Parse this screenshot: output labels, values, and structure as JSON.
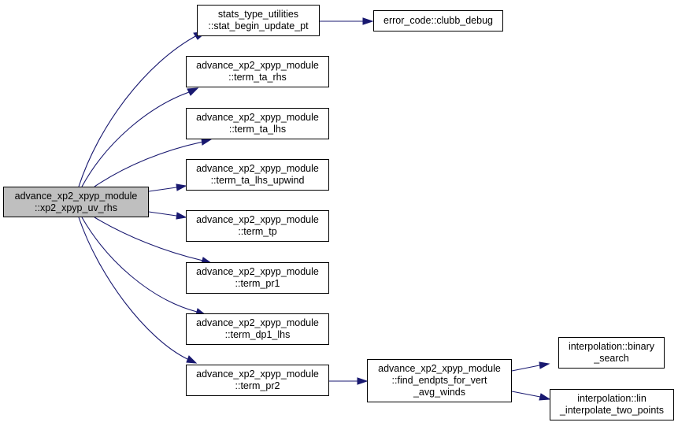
{
  "colors": {
    "edge": "#191970",
    "root_fill": "#bfbfbf",
    "node_fill": "#ffffff",
    "border": "#000000"
  },
  "nodes": {
    "root": [
      "advance_xp2_xpyp_module",
      "::xp2_xpyp_uv_rhs"
    ],
    "stat_begin_update_pt": [
      "stats_type_utilities",
      "::stat_begin_update_pt"
    ],
    "clubb_debug": [
      "error_code::clubb_debug"
    ],
    "term_ta_rhs": [
      "advance_xp2_xpyp_module",
      "::term_ta_rhs"
    ],
    "term_ta_lhs": [
      "advance_xp2_xpyp_module",
      "::term_ta_lhs"
    ],
    "term_ta_lhs_upwind": [
      "advance_xp2_xpyp_module",
      "::term_ta_lhs_upwind"
    ],
    "term_tp": [
      "advance_xp2_xpyp_module",
      "::term_tp"
    ],
    "term_pr1": [
      "advance_xp2_xpyp_module",
      "::term_pr1"
    ],
    "term_dp1_lhs": [
      "advance_xp2_xpyp_module",
      "::term_dp1_lhs"
    ],
    "term_pr2": [
      "advance_xp2_xpyp_module",
      "::term_pr2"
    ],
    "find_endpts": [
      "advance_xp2_xpyp_module",
      "::find_endpts_for_vert",
      "_avg_winds"
    ],
    "binary_search": [
      "interpolation::binary",
      "_search"
    ],
    "lin_interpolate": [
      "interpolation::lin",
      "_interpolate_two_points"
    ]
  },
  "edges": [
    [
      "root",
      "stat_begin_update_pt"
    ],
    [
      "root",
      "term_ta_rhs"
    ],
    [
      "root",
      "term_ta_lhs"
    ],
    [
      "root",
      "term_ta_lhs_upwind"
    ],
    [
      "root",
      "term_tp"
    ],
    [
      "root",
      "term_pr1"
    ],
    [
      "root",
      "term_dp1_lhs"
    ],
    [
      "root",
      "term_pr2"
    ],
    [
      "stat_begin_update_pt",
      "clubb_debug"
    ],
    [
      "term_pr2",
      "find_endpts"
    ],
    [
      "find_endpts",
      "binary_search"
    ],
    [
      "find_endpts",
      "lin_interpolate"
    ]
  ]
}
